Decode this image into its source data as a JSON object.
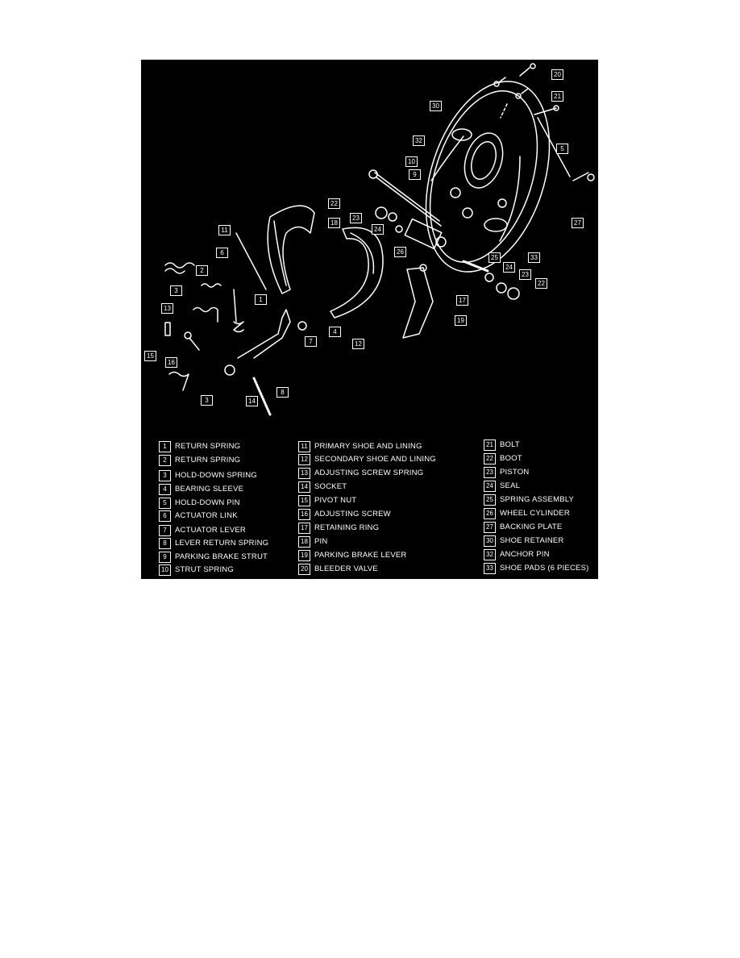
{
  "callouts": {
    "c20": "20",
    "c21": "21",
    "c30": "30",
    "c32": "32",
    "c5": "5",
    "c10": "10",
    "c9": "9",
    "c22a": "22",
    "c23a": "23",
    "c18": "18",
    "c24a": "24",
    "c27": "27",
    "c26": "26",
    "c25": "25",
    "c33": "33",
    "c24b": "24",
    "c23b": "23",
    "c22b": "22",
    "c11": "11",
    "c6": "6",
    "c2": "2",
    "c3a": "3",
    "c1": "1",
    "c13": "13",
    "c15": "15",
    "c16": "16",
    "c7": "7",
    "c4": "4",
    "c12": "12",
    "c17": "17",
    "c19": "19",
    "c3b": "3",
    "c14": "14",
    "c8": "8"
  },
  "legend": [
    {
      "num": "1",
      "label": "RETURN SPRING"
    },
    {
      "num": "2",
      "label": "RETURN SPRING"
    },
    {
      "num": "3",
      "label": "HOLD-DOWN SPRING"
    },
    {
      "num": "4",
      "label": "BEARING SLEEVE"
    },
    {
      "num": "5",
      "label": "HOLD-DOWN PIN"
    },
    {
      "num": "6",
      "label": "ACTUATOR LINK"
    },
    {
      "num": "7",
      "label": "ACTUATOR LEVER"
    },
    {
      "num": "8",
      "label": "LEVER RETURN SPRING"
    },
    {
      "num": "9",
      "label": "PARKING BRAKE STRUT"
    },
    {
      "num": "10",
      "label": "STRUT SPRING"
    },
    {
      "num": "11",
      "label": "PRIMARY SHOE AND LINING"
    },
    {
      "num": "12",
      "label": "SECONDARY SHOE AND LINING"
    },
    {
      "num": "13",
      "label": "ADJUSTING SCREW SPRING"
    },
    {
      "num": "14",
      "label": "SOCKET"
    },
    {
      "num": "15",
      "label": "PIVOT NUT"
    },
    {
      "num": "16",
      "label": "ADJUSTING SCREW"
    },
    {
      "num": "17",
      "label": "RETAINING RING"
    },
    {
      "num": "18",
      "label": "PIN"
    },
    {
      "num": "19",
      "label": "PARKING BRAKE LEVER"
    },
    {
      "num": "20",
      "label": "BLEEDER VALVE"
    },
    {
      "num": "21",
      "label": "BOLT"
    },
    {
      "num": "22",
      "label": "BOOT"
    },
    {
      "num": "23",
      "label": "PISTON"
    },
    {
      "num": "24",
      "label": "SEAL"
    },
    {
      "num": "25",
      "label": "SPRING ASSEMBLY"
    },
    {
      "num": "26",
      "label": "WHEEL CYLINDER"
    },
    {
      "num": "27",
      "label": "BACKING PLATE"
    },
    {
      "num": "30",
      "label": "SHOE RETAINER"
    },
    {
      "num": "32",
      "label": "ANCHOR PIN"
    },
    {
      "num": "33",
      "label": "SHOE PADS (6 PIECES)"
    }
  ]
}
